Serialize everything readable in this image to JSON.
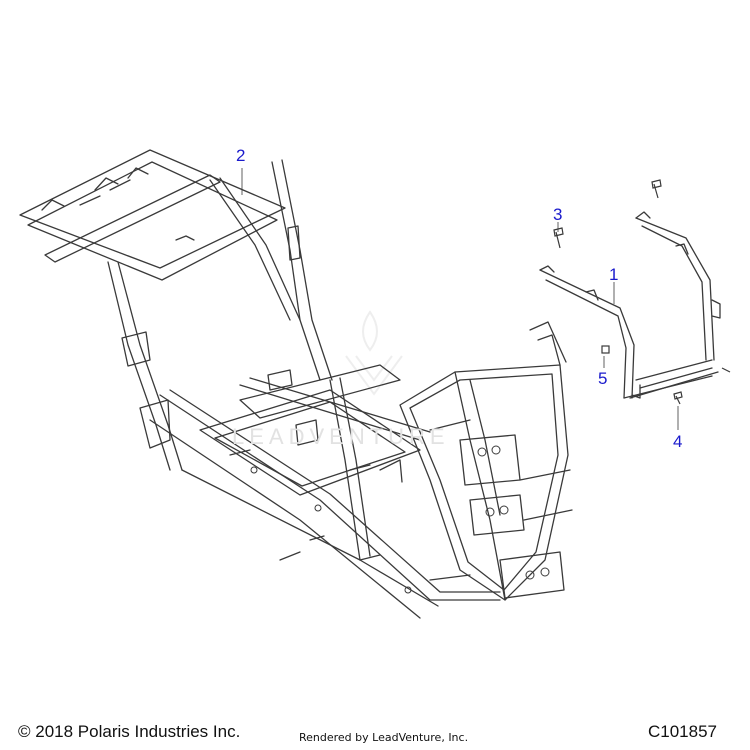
{
  "callouts": [
    {
      "id": "1",
      "label": "1"
    },
    {
      "id": "2",
      "label": "2"
    },
    {
      "id": "3",
      "label": "3"
    },
    {
      "id": "4",
      "label": "4"
    },
    {
      "id": "5",
      "label": "5"
    }
  ],
  "footer": {
    "copyright": "© 2018 Polaris Industries Inc.",
    "rendered_by": "Rendered by LeadVenture, Inc.",
    "diagram_code": "C101857"
  },
  "watermark": {
    "text": "LEADVENTURE"
  },
  "colors": {
    "callout": "#1a1acc",
    "line": "#333333",
    "frame_fill": "#ffffff"
  }
}
